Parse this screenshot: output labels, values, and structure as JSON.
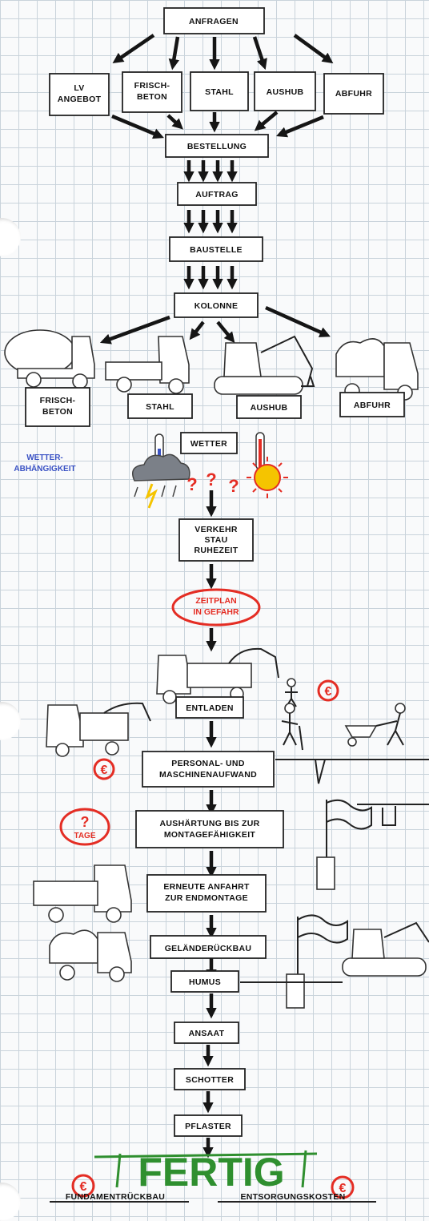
{
  "steps": {
    "anfragen": "ANFRAGEN",
    "bestellung": "BESTELLUNG",
    "auftrag": "AUFTRAG",
    "baustelle": "BAUSTELLE",
    "kolonne": "KOLONNE",
    "wetter": "WETTER",
    "verkehr": [
      "VERKEHR",
      "STAU",
      "RUHEZEIT"
    ],
    "entladen": "ENTLADEN",
    "personal": [
      "PERSONAL- UND",
      "MASCHINENAUFWAND"
    ],
    "aushaertung": [
      "AUSHÄRTUNG BIS ZUR",
      "MONTAGEFÄHIGKEIT"
    ],
    "anfahrt": [
      "ERNEUTE ANFAHRT",
      "ZUR ENDMONTAGE"
    ],
    "gelaender": "GELÄNDERÜCKBAU",
    "humus": "HUMUS",
    "ansaat": "ANSAAT",
    "schotter": "SCHOTTER",
    "pflaster": "PFLASTER",
    "fertig": "FERTIG"
  },
  "top_items": [
    [
      "LV",
      "ANGEBOT"
    ],
    [
      "FRISCH-",
      "BETON"
    ],
    [
      "STAHL"
    ],
    [
      "AUSHUB"
    ],
    [
      "ABFUHR"
    ]
  ],
  "vehicle_labels": [
    [
      "FRISCH-",
      "BETON"
    ],
    [
      "STAHL"
    ],
    [
      "AUSHUB"
    ],
    [
      "ABFUHR"
    ]
  ],
  "side_notes": {
    "wetter_abh": [
      "WETTER-",
      "ABHÄNGIGKEIT"
    ],
    "zeitplan": [
      "ZEITPLAN",
      "IN GEFAHR"
    ],
    "tage_q": "?",
    "tage": "TAGE",
    "euro": "€",
    "question": "?"
  },
  "bottom_items": [
    "FUNDAMENTRÜCKBAU",
    "ENTSORGUNGSKOSTEN"
  ],
  "colors": {
    "ink": "#151515",
    "red": "#e42d24",
    "green": "#2f8f2f",
    "blue": "#3a52c4",
    "sun": "#f5c400",
    "grid": "#c9d3db"
  }
}
